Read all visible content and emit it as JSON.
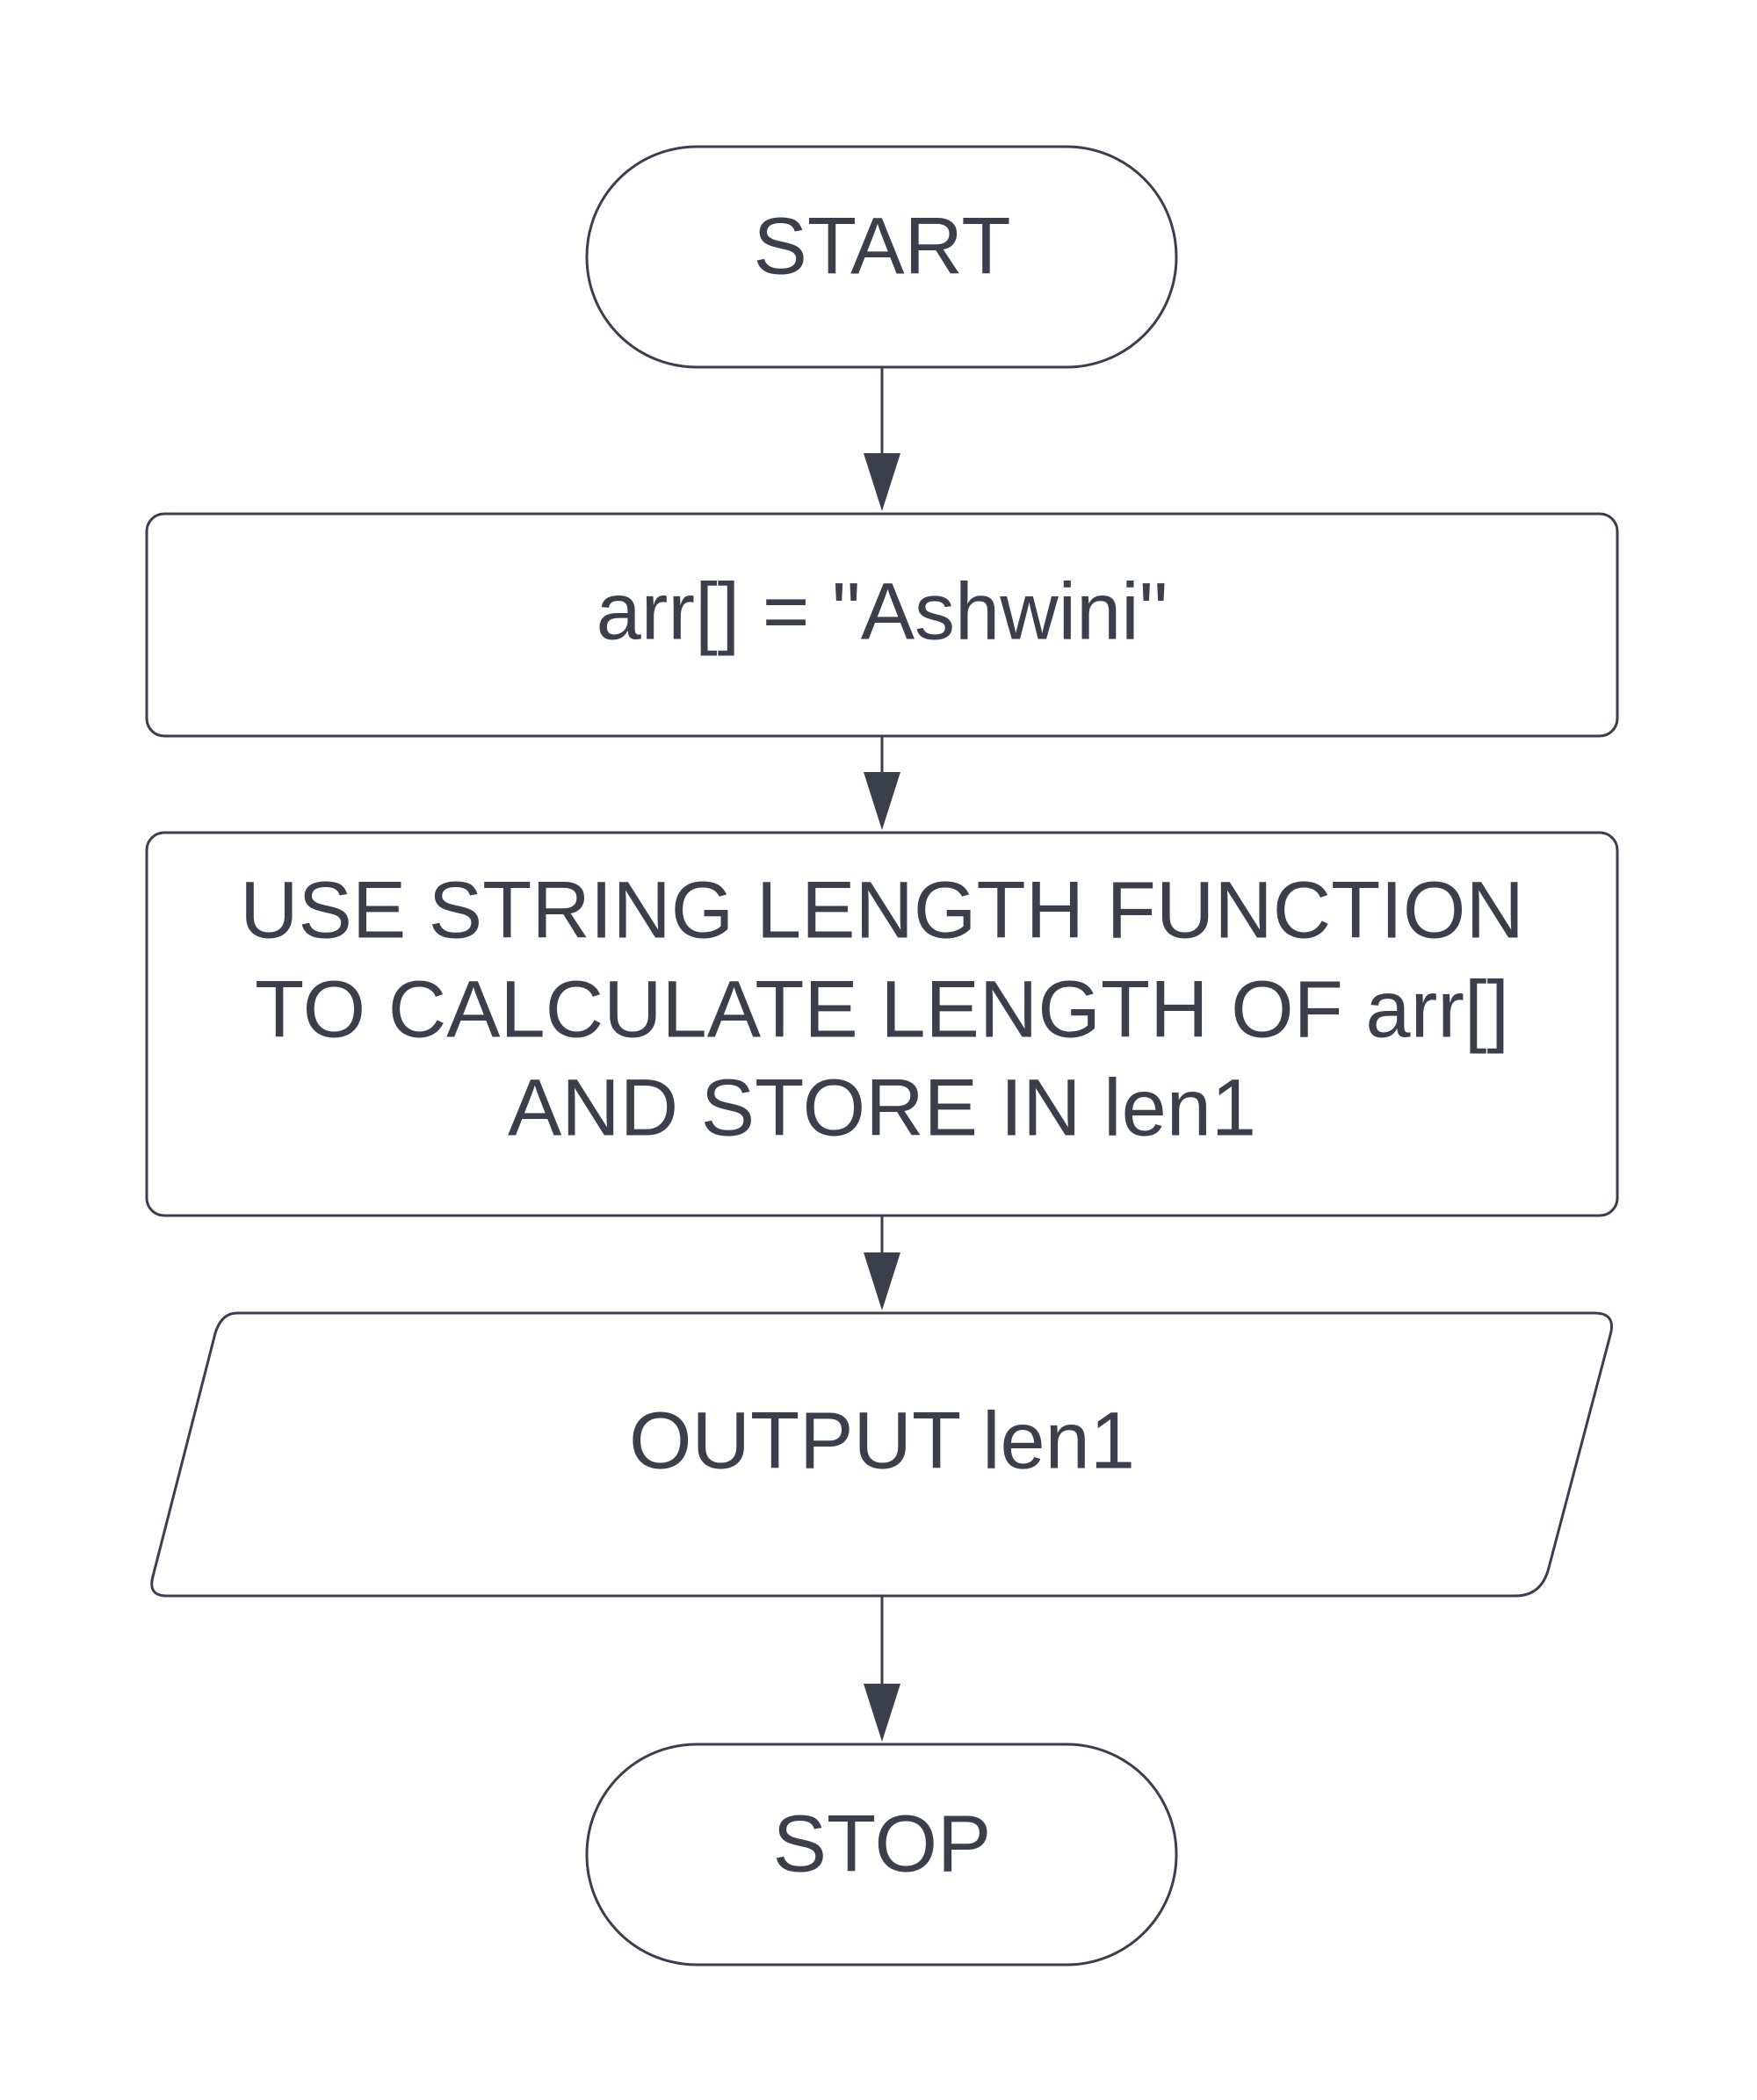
{
  "flowchart": {
    "nodes": [
      {
        "id": "start",
        "shape": "terminator",
        "lines": [
          "START"
        ]
      },
      {
        "id": "assign",
        "shape": "process",
        "lines": [
          "arr[] = \"Ashwini\""
        ]
      },
      {
        "id": "compute",
        "shape": "process",
        "lines": [
          "USE STRING LENGTH FUNCTION",
          "TO CALCULATE LENGTH OF arr[]",
          "AND STORE IN len1"
        ]
      },
      {
        "id": "output",
        "shape": "input-output",
        "lines": [
          "OUTPUT len1"
        ]
      },
      {
        "id": "stop",
        "shape": "terminator",
        "lines": [
          "STOP"
        ]
      }
    ],
    "edges": [
      {
        "from": "start",
        "to": "assign"
      },
      {
        "from": "assign",
        "to": "compute"
      },
      {
        "from": "compute",
        "to": "output"
      },
      {
        "from": "output",
        "to": "stop"
      }
    ],
    "colors": {
      "stroke": "#3a3f4b",
      "text": "#3a3f4b",
      "fill": "#ffffff"
    }
  }
}
